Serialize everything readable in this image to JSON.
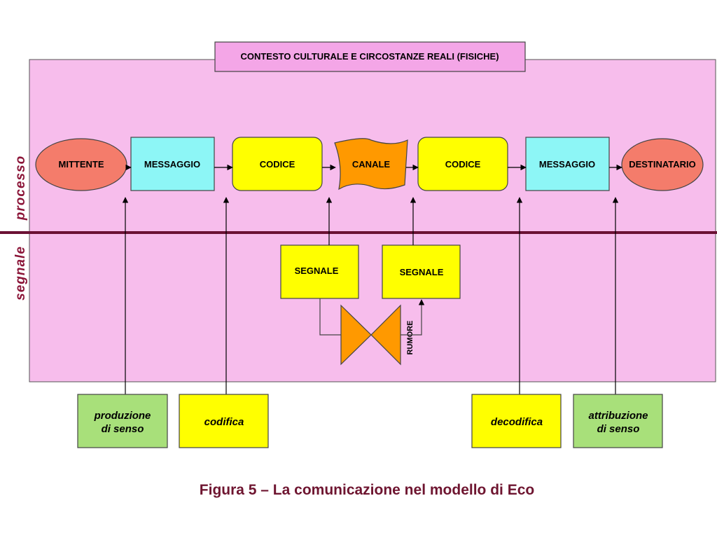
{
  "colors": {
    "background_panel": "#f7bdec",
    "ellipse": "#f47c6b",
    "message_box": "#8df6f6",
    "code_box": "#ffff00",
    "channel": "#ff9900",
    "green_box": "#a8e07a",
    "divider": "#6b1134",
    "caption": "#6e1530"
  },
  "diagram": {
    "context": "CONTESTO CULTURALE E CIRCOSTANZE REALI (FISICHE)",
    "side_labels": {
      "top": "processo",
      "bottom": "segnale"
    },
    "chain": {
      "sender": "MITTENTE",
      "message_left": "MESSAGGIO",
      "code_left": "CODICE",
      "channel": "CANALE",
      "code_right": "CODICE",
      "message_right": "MESSAGGIO",
      "receiver": "DESTINATARIO"
    },
    "signals": {
      "left": "SEGNALE",
      "right": "SEGNALE"
    },
    "noise": "RUMORE",
    "bottom": {
      "production_line1": "produzione",
      "production_line2": "di senso",
      "encoding": "codifica",
      "decoding": "decodifica",
      "attribution_line1": "attribuzione",
      "attribution_line2": "di senso"
    }
  },
  "caption": "Figura 5 – La comunicazione nel modello di Eco"
}
